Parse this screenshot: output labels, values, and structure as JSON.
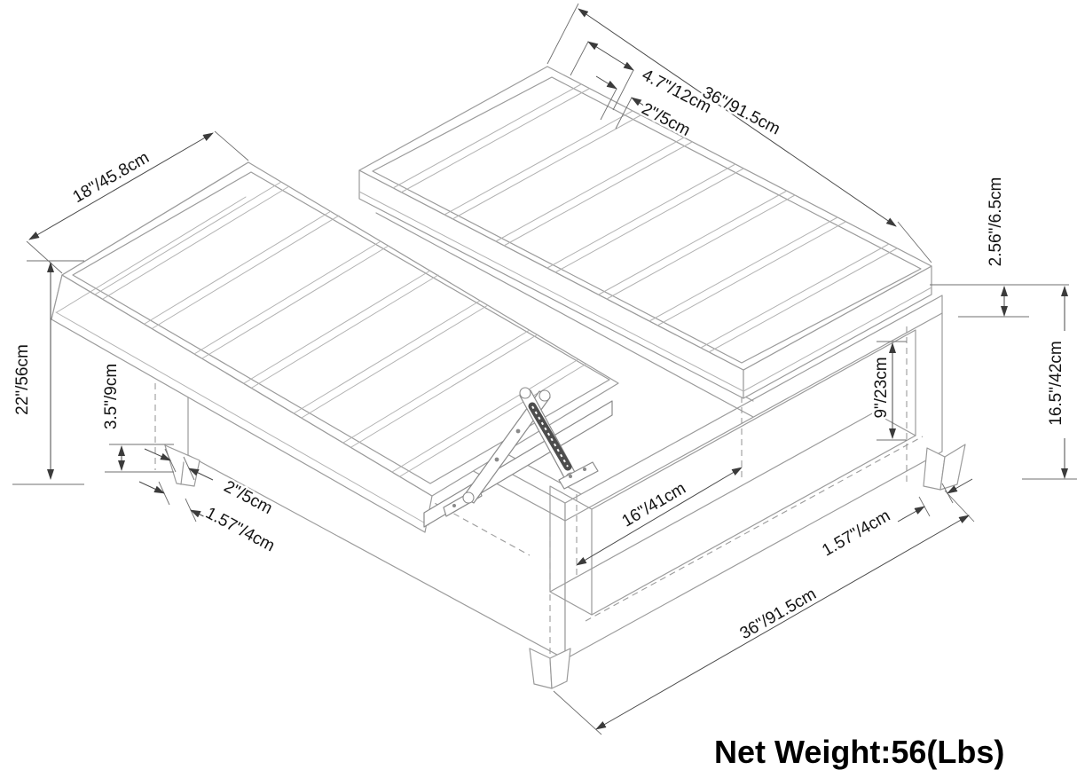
{
  "meta": {
    "title": "Lift-top storage ottoman dimension diagram",
    "drawing_type": "isometric technical line drawing",
    "background_color": "#ffffff"
  },
  "style": {
    "furniture_line_color": "#9b9b9b",
    "dimension_line_color": "#4a4a4a",
    "text_color": "#141414",
    "weight_text_color": "#000000"
  },
  "labels": {
    "dim_top_length": "36\"/91.5cm",
    "dim_channel_spacing": "4.7\"/12cm",
    "dim_top_edge": "2\"/5cm",
    "dim_cushion_depth": "18\"/45.8cm",
    "dim_total_height": "22\"/56cm",
    "dim_leg_height": "3.5\"/9cm",
    "dim_leg_top_width": "2\"/5cm",
    "dim_leg_bottom_width_left": "1.57\"/4cm",
    "dim_storage_width": "16\"/41cm",
    "dim_bottom_length": "36\"/91.5cm",
    "dim_leg_bottom_width_right": "1.57\"/4cm",
    "dim_opening_height": "9\"/23cm",
    "dim_cushion_thickness": "2.56\"/6.5cm",
    "dim_base_height": "16.5\"/42cm",
    "net_weight": "Net Weight:56(Lbs)"
  }
}
